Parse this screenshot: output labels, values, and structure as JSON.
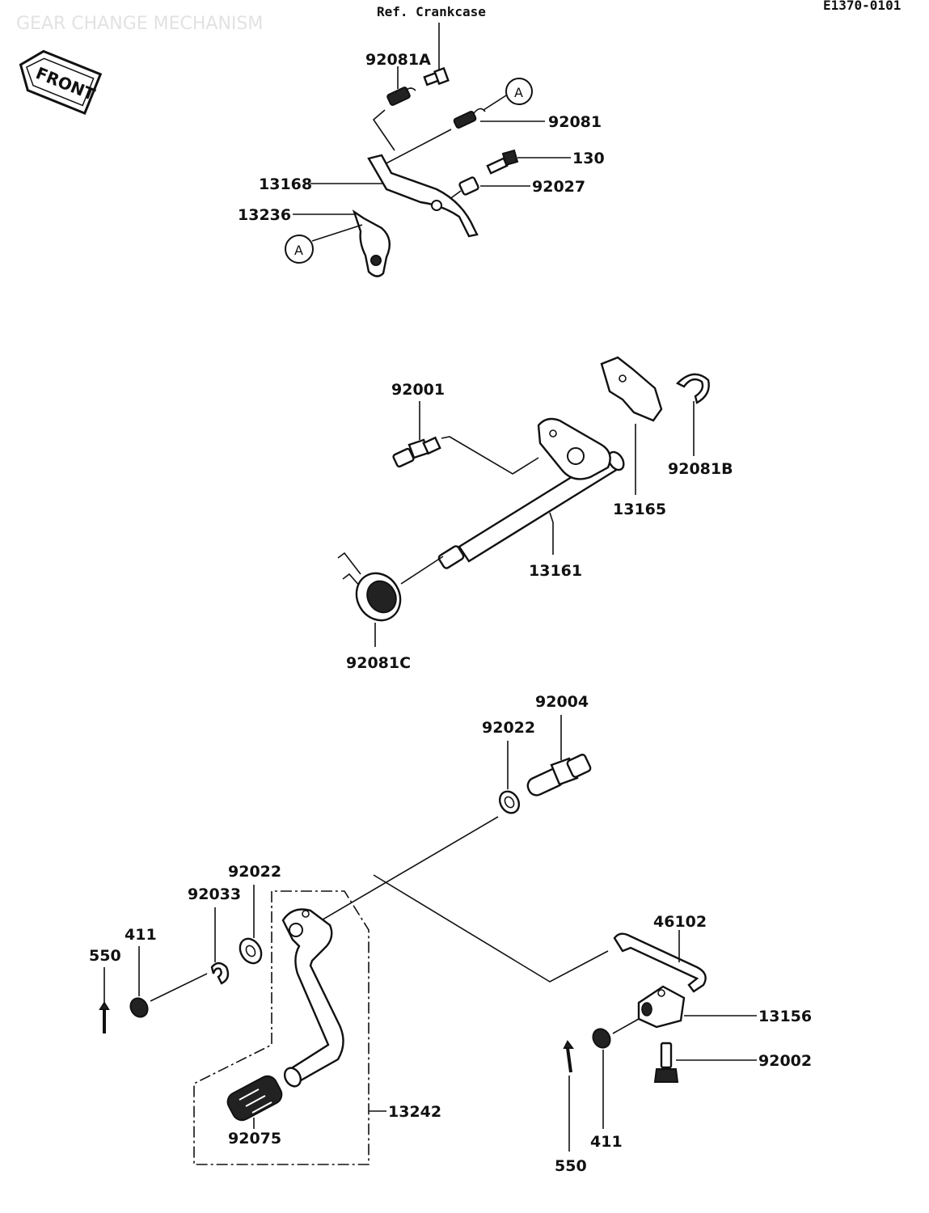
{
  "header": {
    "watermark": "GEAR CHANGE MECHANISM",
    "ref": "Ref. Crankcase",
    "code": "E1370-0101",
    "front": "FRONT"
  },
  "callouts": {
    "a_top": "A",
    "a_bottom": "A"
  },
  "labels": {
    "p92081A": "92081A",
    "p92081": "92081",
    "p130": "130",
    "p92027": "92027",
    "p13168": "13168",
    "p13236": "13236",
    "p92001": "92001",
    "p92081B": "92081B",
    "p13165": "13165",
    "p13161": "13161",
    "p92081C": "92081C",
    "p92004": "92004",
    "p92022_top": "92022",
    "p92022_left": "92022",
    "p92033": "92033",
    "p411_left": "411",
    "p550_left": "550",
    "p46102": "46102",
    "p13156": "13156",
    "p92002": "92002",
    "p13242": "13242",
    "p92075": "92075",
    "p411_right": "411",
    "p550_right": "550"
  }
}
